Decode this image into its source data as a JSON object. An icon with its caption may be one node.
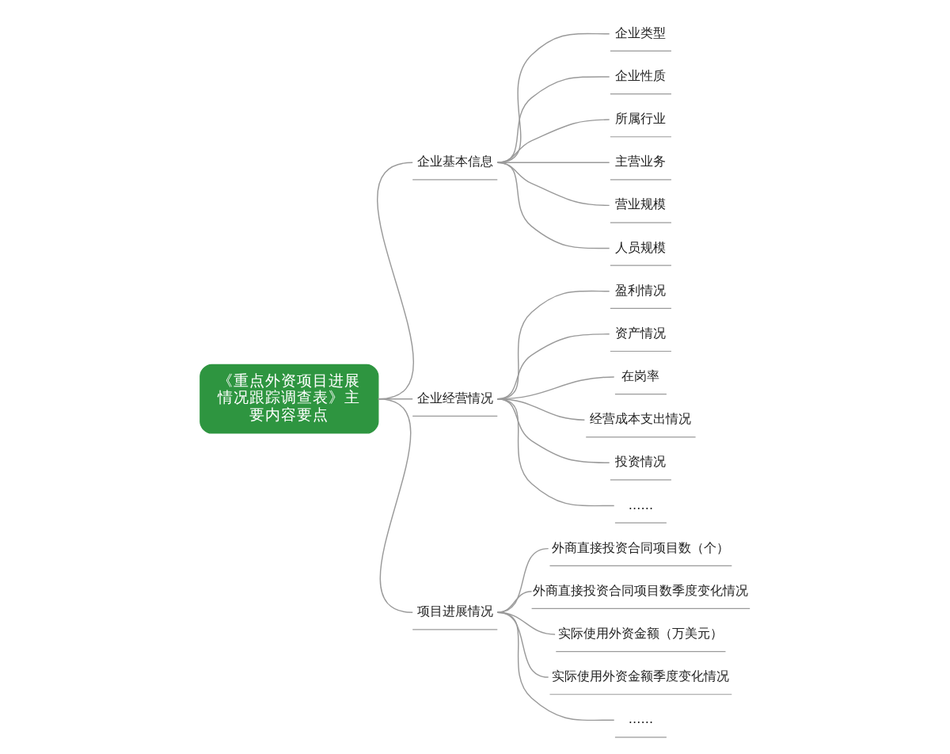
{
  "diagram": {
    "nodes": [
      {
        "text": [
          "《重点外资项目进展情况跟踪调查表》主要内容要点"
        ]
      },
      {
        "text": [
          "企业基本信息"
        ]
      },
      {
        "text": [
          "企业类型"
        ]
      },
      {
        "text": [
          "企业性质"
        ]
      },
      {
        "text": [
          "所属行业"
        ]
      },
      {
        "text": [
          "主营业务"
        ]
      },
      {
        "text": [
          "营业规模"
        ]
      },
      {
        "text": [
          "人员规模"
        ]
      },
      {
        "text": [
          "企业经营情况"
        ]
      },
      {
        "text": [
          "盈利情况"
        ]
      },
      {
        "text": [
          "资产情况"
        ]
      },
      {
        "text": [
          "在岗率"
        ]
      },
      {
        "text": [
          "经营成本支出情况"
        ]
      },
      {
        "text": [
          "投资情况"
        ]
      },
      {
        "text": [
          "……"
        ]
      },
      {
        "text": [
          "项目进展情况"
        ]
      },
      {
        "text": [
          "外商直接投资合同项目数（个）"
        ]
      },
      {
        "text": [
          "外商直接投资合同项目数季度变化情况"
        ]
      },
      {
        "text": [
          "实际使用外资金额（万美元）"
        ]
      },
      {
        "text": [
          "实际使用外资金额季度变化情况"
        ]
      },
      {
        "text": [
          "……"
        ]
      }
    ],
    "edges": [
      {
        "from": 0,
        "to": 1,
        "arrow": "none"
      },
      {
        "from": 1,
        "to": 2,
        "arrow": "none"
      },
      {
        "from": 1,
        "to": 3,
        "arrow": "none"
      },
      {
        "from": 1,
        "to": 4,
        "arrow": "none"
      },
      {
        "from": 1,
        "to": 5,
        "arrow": "none"
      },
      {
        "from": 1,
        "to": 6,
        "arrow": "none"
      },
      {
        "from": 1,
        "to": 7,
        "arrow": "none"
      },
      {
        "from": 0,
        "to": 8,
        "arrow": "none"
      },
      {
        "from": 8,
        "to": 9,
        "arrow": "none"
      },
      {
        "from": 8,
        "to": 10,
        "arrow": "none"
      },
      {
        "from": 8,
        "to": 11,
        "arrow": "none"
      },
      {
        "from": 8,
        "to": 12,
        "arrow": "none"
      },
      {
        "from": 8,
        "to": 13,
        "arrow": "none"
      },
      {
        "from": 8,
        "to": 14,
        "arrow": "none"
      },
      {
        "from": 0,
        "to": 15,
        "arrow": "none"
      },
      {
        "from": 15,
        "to": 16,
        "arrow": "none"
      },
      {
        "from": 15,
        "to": 17,
        "arrow": "none"
      },
      {
        "from": 15,
        "to": 18,
        "arrow": "none"
      },
      {
        "from": 15,
        "to": 19,
        "arrow": "none"
      },
      {
        "from": 15,
        "to": 20,
        "arrow": "none"
      }
    ]
  }
}
